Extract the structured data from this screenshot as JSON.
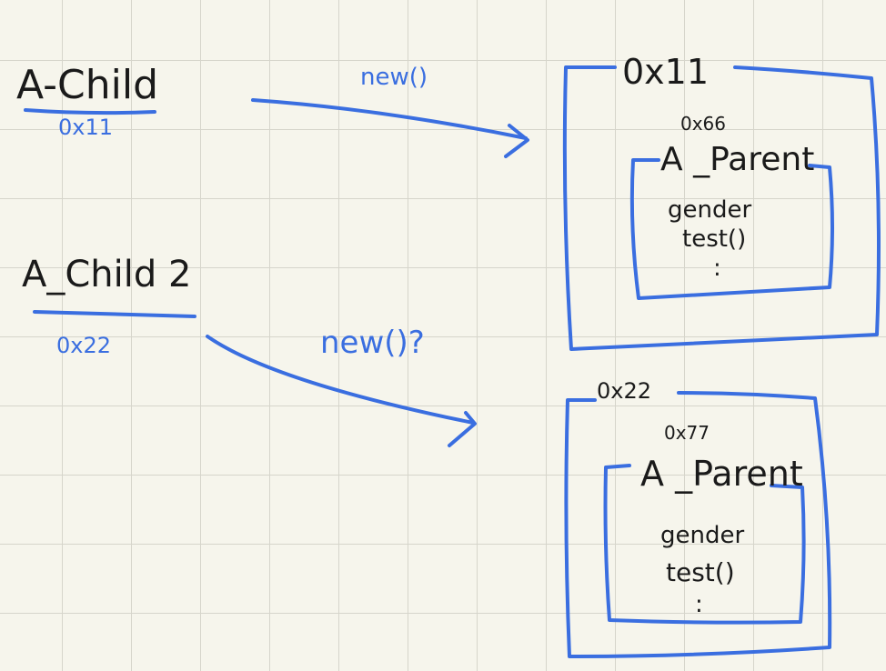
{
  "left_vars": [
    {
      "name": "A-Child",
      "address": "0x11"
    },
    {
      "name": "A_Child 2",
      "address": "0x22"
    }
  ],
  "calls": [
    "new()",
    "new()?"
  ],
  "heap_objects": [
    {
      "address": "0x11",
      "parent_address": "0x66",
      "parent_name": "A _Parent",
      "members": [
        "gender",
        "test()",
        ":"
      ]
    },
    {
      "address": "0x22",
      "parent_address": "0x77",
      "parent_name": "A _Parent",
      "members": [
        "gender",
        "test()",
        ":"
      ]
    }
  ],
  "colors": {
    "ink_blue": "#3a6ee0",
    "ink_black": "#1a1a1a",
    "paper": "#f6f5ec",
    "grid": "#d6d5cb"
  }
}
